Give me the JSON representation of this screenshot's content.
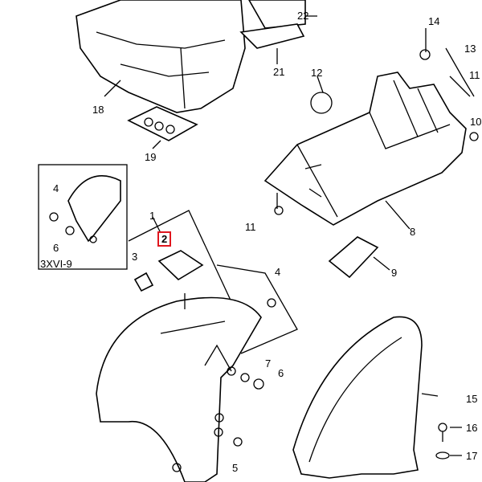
{
  "diagram": {
    "highlight_color": "#e0161e",
    "labels": {
      "l22": "22",
      "l14": "14",
      "l13": "13",
      "l12": "12",
      "l21": "21",
      "l18": "18",
      "l11a": "11",
      "l10": "10",
      "l19": "19",
      "l4a": "4",
      "l11b": "11",
      "l8": "8",
      "l1": "1",
      "l2": "2",
      "l6a": "6",
      "l3": "3",
      "inset": "3XVI-9",
      "l9": "9",
      "l4b": "4",
      "l7": "7",
      "l6b": "6",
      "l15": "15",
      "l16": "16",
      "l5": "5",
      "l17": "17"
    }
  }
}
